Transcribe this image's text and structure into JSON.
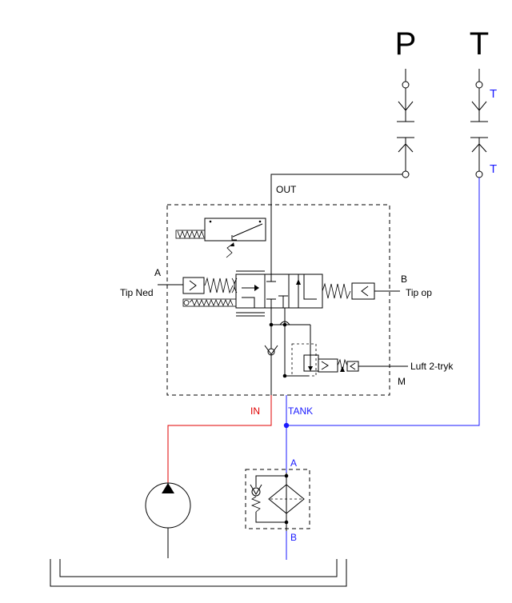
{
  "ports": {
    "p": "P",
    "t": "T",
    "t_upper": "T",
    "t_lower": "T"
  },
  "valve": {
    "out": "OUT",
    "a": "A",
    "b": "B",
    "tip_ned": "Tip Ned",
    "tip_op": "Tip op",
    "luft": "Luft 2-tryk",
    "m": "M",
    "in": "IN",
    "tank": "TANK"
  },
  "filter": {
    "a": "A",
    "b": "B"
  },
  "colors": {
    "pressure_line": "#e00000",
    "tank_line": "#1a1aff",
    "lines": "#000000"
  }
}
